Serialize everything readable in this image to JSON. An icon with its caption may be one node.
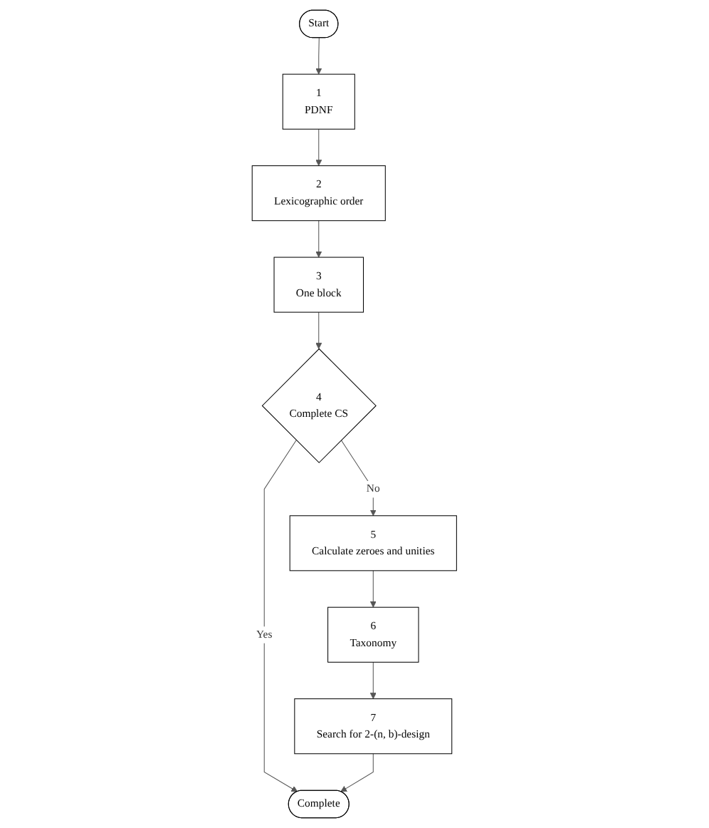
{
  "diagram": {
    "nodes": [
      {
        "text": [
          "Start"
        ]
      },
      {
        "text": [
          "1",
          "PDNF"
        ]
      },
      {
        "text": [
          "2",
          "Lexicographic order"
        ]
      },
      {
        "text": [
          "3",
          "One block"
        ]
      },
      {
        "text": [
          "4",
          "Complete CS"
        ]
      },
      {
        "text": [
          "5",
          "Calculate zeroes and unities"
        ]
      },
      {
        "text": [
          "6",
          "Taxonomy"
        ]
      },
      {
        "text": [
          "7",
          "Search for 2-(n, b)-design"
        ]
      },
      {
        "text": [
          "Complete"
        ]
      }
    ],
    "edges": [
      {
        "from": 0,
        "to": 1,
        "arrow": "to"
      },
      {
        "from": 1,
        "to": 2,
        "arrow": "to"
      },
      {
        "from": 2,
        "to": 3,
        "arrow": "to"
      },
      {
        "from": 3,
        "to": 4,
        "arrow": "to"
      },
      {
        "from": 4,
        "to": 5,
        "arrow": "to",
        "label": "No"
      },
      {
        "from": 4,
        "to": 8,
        "arrow": "to",
        "label": "Yes"
      },
      {
        "from": 5,
        "to": 6,
        "arrow": "to"
      },
      {
        "from": 6,
        "to": 7,
        "arrow": "to"
      },
      {
        "from": 7,
        "to": 8,
        "arrow": "to"
      }
    ]
  }
}
